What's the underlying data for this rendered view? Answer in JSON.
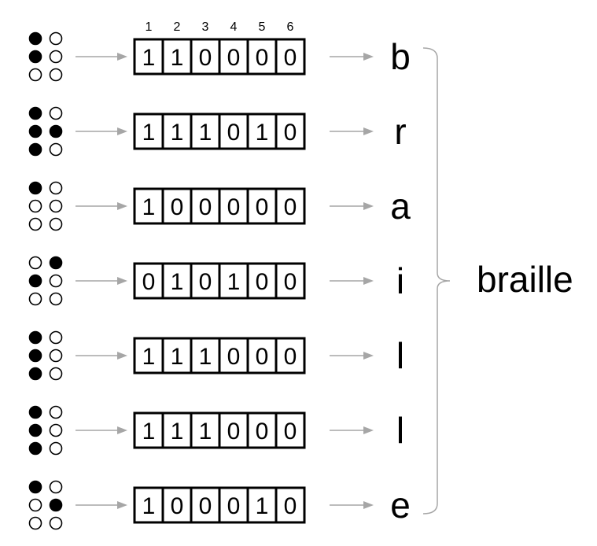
{
  "column_numbers": [
    "1",
    "2",
    "3",
    "4",
    "5",
    "6"
  ],
  "rows": [
    {
      "letter": "b",
      "bits": [
        "1",
        "1",
        "0",
        "0",
        "0",
        "0"
      ]
    },
    {
      "letter": "r",
      "bits": [
        "1",
        "1",
        "1",
        "0",
        "1",
        "0"
      ]
    },
    {
      "letter": "a",
      "bits": [
        "1",
        "0",
        "0",
        "0",
        "0",
        "0"
      ]
    },
    {
      "letter": "i",
      "bits": [
        "0",
        "1",
        "0",
        "1",
        "0",
        "0"
      ]
    },
    {
      "letter": "l",
      "bits": [
        "1",
        "1",
        "1",
        "0",
        "0",
        "0"
      ]
    },
    {
      "letter": "l",
      "bits": [
        "1",
        "1",
        "1",
        "0",
        "0",
        "0"
      ]
    },
    {
      "letter": "e",
      "bits": [
        "1",
        "0",
        "0",
        "0",
        "1",
        "0"
      ]
    }
  ],
  "word": "braille",
  "colors": {
    "ink": "#000000",
    "arrow": "#a6a6a6",
    "background": "#ffffff"
  }
}
